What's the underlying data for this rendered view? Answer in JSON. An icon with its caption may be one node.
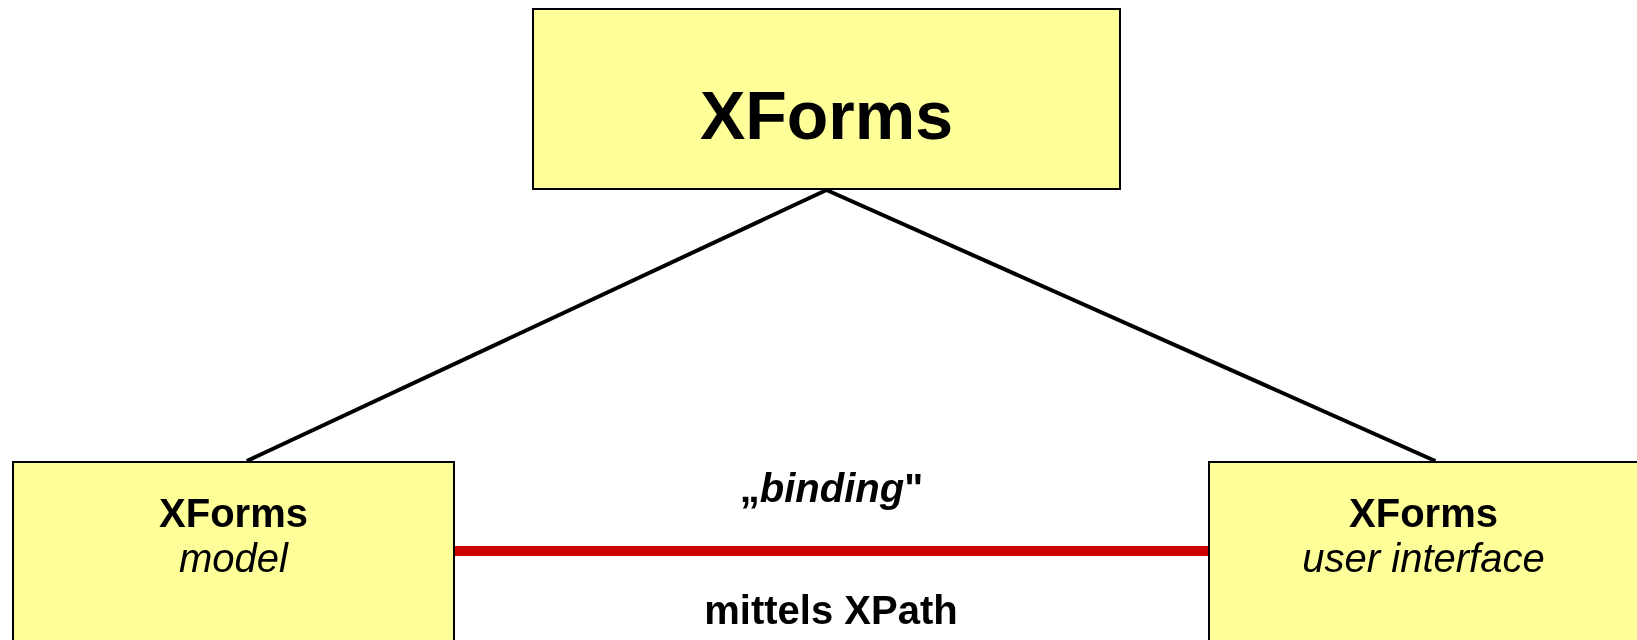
{
  "diagram": {
    "nodes": [
      {
        "text": [
          "XForms"
        ]
      },
      {
        "text": [
          "XForms",
          "model"
        ]
      },
      {
        "text": [
          "XForms",
          "user interface"
        ]
      }
    ],
    "edges": [
      {
        "from": 0,
        "to": 1,
        "arrow": "none"
      },
      {
        "from": 0,
        "to": 2,
        "arrow": "none"
      },
      {
        "from": 1,
        "to": 2,
        "arrow": "none",
        "label": "„*binding*\"",
        "style": "thick",
        "color": "#cc0000"
      }
    ],
    "labels": [
      "mittels XPath"
    ]
  }
}
